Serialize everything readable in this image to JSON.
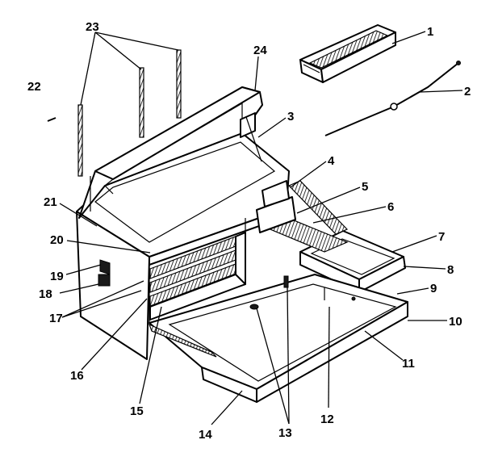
{
  "callouts": [
    {
      "id": "c1",
      "label": "1"
    },
    {
      "id": "c2",
      "label": "2"
    },
    {
      "id": "c3",
      "label": "3"
    },
    {
      "id": "c4",
      "label": "4"
    },
    {
      "id": "c5",
      "label": "5"
    },
    {
      "id": "c6",
      "label": "6"
    },
    {
      "id": "c7",
      "label": "7"
    },
    {
      "id": "c8",
      "label": "8"
    },
    {
      "id": "c9",
      "label": "9"
    },
    {
      "id": "c10",
      "label": "10"
    },
    {
      "id": "c11",
      "label": "11"
    },
    {
      "id": "c12",
      "label": "12"
    },
    {
      "id": "c13",
      "label": "13"
    },
    {
      "id": "c14",
      "label": "14"
    },
    {
      "id": "c15",
      "label": "15"
    },
    {
      "id": "c16",
      "label": "16"
    },
    {
      "id": "c17",
      "label": "17"
    },
    {
      "id": "c18",
      "label": "18"
    },
    {
      "id": "c19",
      "label": "19"
    },
    {
      "id": "c20",
      "label": "20"
    },
    {
      "id": "c21",
      "label": "21"
    },
    {
      "id": "c22",
      "label": "22"
    },
    {
      "id": "c23",
      "label": "23"
    },
    {
      "id": "c24",
      "label": "24"
    }
  ]
}
